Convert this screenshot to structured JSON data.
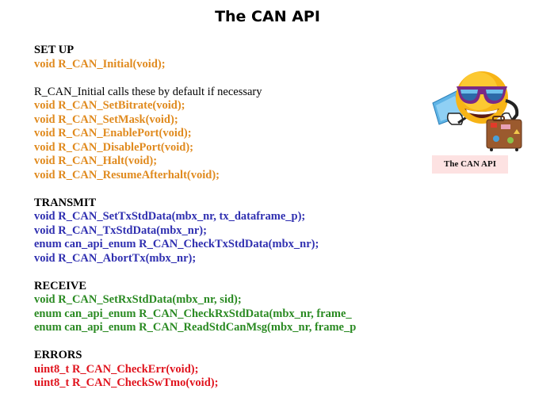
{
  "slide": {
    "title": "The CAN API"
  },
  "sections": {
    "setup": {
      "heading": "SET UP",
      "main_call": "void R_CAN_Initial(void);",
      "note": "R_CAN_Initial calls these by default if necessary",
      "calls": [
        "void R_CAN_SetBitrate(void);",
        "void R_CAN_SetMask(void);",
        "void R_CAN_EnablePort(void);",
        "void R_CAN_DisablePort(void);",
        "void R_CAN_Halt(void);",
        "void R_CAN_ResumeAfterhalt(void);"
      ]
    },
    "transmit": {
      "heading": "TRANSMIT",
      "calls": [
        "void R_CAN_SetTxStdData(mbx_nr, tx_dataframe_p);",
        "void R_CAN_TxStdData(mbx_nr);",
        "enum can_api_enum R_CAN_CheckTxStdData(mbx_nr);",
        "void R_CAN_AbortTx(mbx_nr);"
      ]
    },
    "receive": {
      "heading": "RECEIVE",
      "calls": [
        "void R_CAN_SetRxStdData(mbx_nr, sid);",
        "enum can_api_enum R_CAN_CheckRxStdData(mbx_nr, frame_",
        "enum can_api_enum R_CAN_ReadStdCanMsg(mbx_nr, frame_p"
      ]
    },
    "errors": {
      "heading": "ERRORS",
      "calls": [
        "uint8_t R_CAN_CheckErr(void);",
        "uint8_t R_CAN_CheckSwTmo(void);"
      ]
    }
  },
  "illustration": {
    "icon": "sunglasses-emoji-traveler-icon",
    "caption": "The CAN API"
  },
  "colors": {
    "setup": "#e08a1e",
    "transmit": "#2f2fb0",
    "receive": "#2a8a22",
    "errors": "#e0141e",
    "caption_bg": "#fde2e2"
  }
}
